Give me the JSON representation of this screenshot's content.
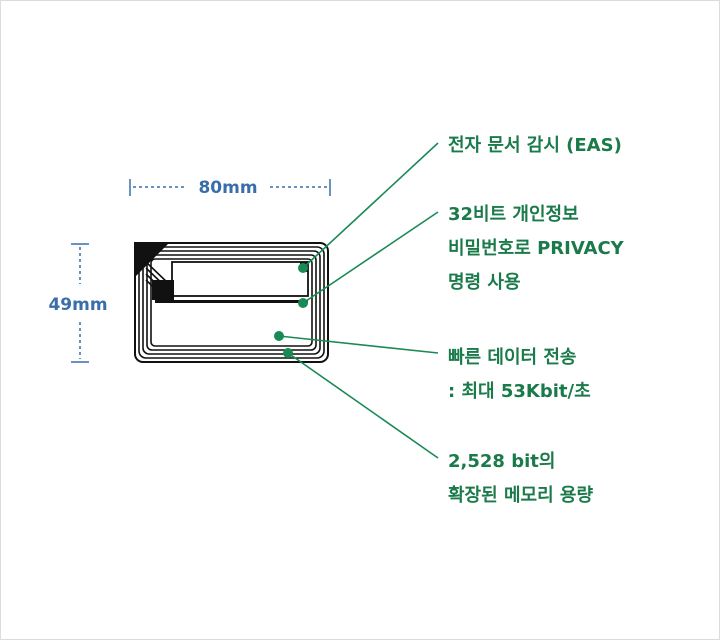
{
  "dimensions": {
    "width_label": "80mm",
    "height_label": "49mm"
  },
  "callouts": [
    {
      "lines": [
        "전자 문서 감시 (EAS)"
      ]
    },
    {
      "lines": [
        "32비트 개인정보",
        "비밀번호로 PRIVACY",
        "명령 사용"
      ]
    },
    {
      "lines": [
        "빠른 데이터 전송",
        ": 최대 53Kbit/초"
      ]
    },
    {
      "lines": [
        "2,528 bit의",
        "확장된 메모리 용량"
      ]
    }
  ],
  "colors": {
    "accent_green": "#1a8a55",
    "dimension_blue": "#3a6ea8",
    "tag_black": "#111111"
  }
}
